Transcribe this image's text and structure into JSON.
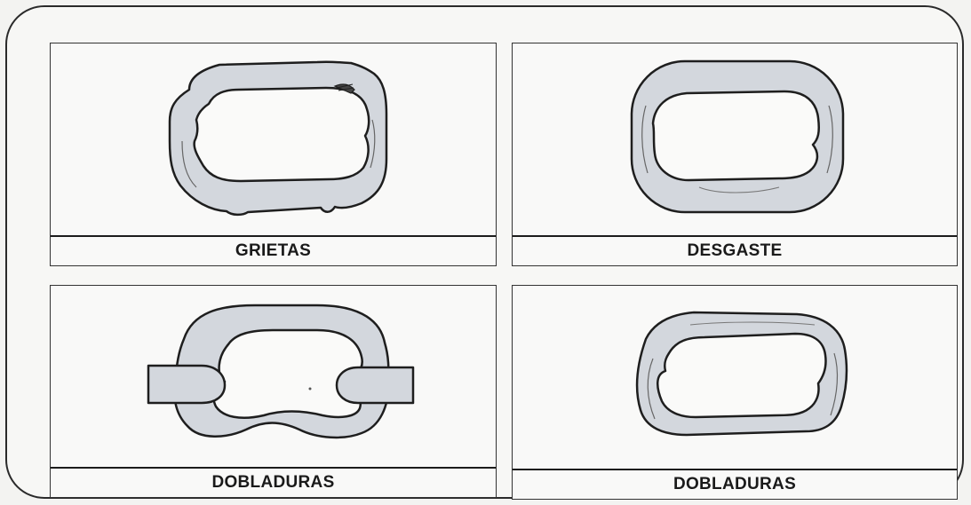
{
  "panels": [
    {
      "label": "GRIETAS"
    },
    {
      "label": "DESGASTE"
    },
    {
      "label": "DOBLADURAS"
    },
    {
      "label": "DOBLADURAS"
    }
  ],
  "colors": {
    "link_fill": "#d3d7dd",
    "outline": "#1e1e1e",
    "hole": "#fafaf9"
  },
  "icons": [
    "cracked-link-icon",
    "worn-link-icon",
    "bent-link-with-connectors-icon",
    "bent-link-icon"
  ]
}
